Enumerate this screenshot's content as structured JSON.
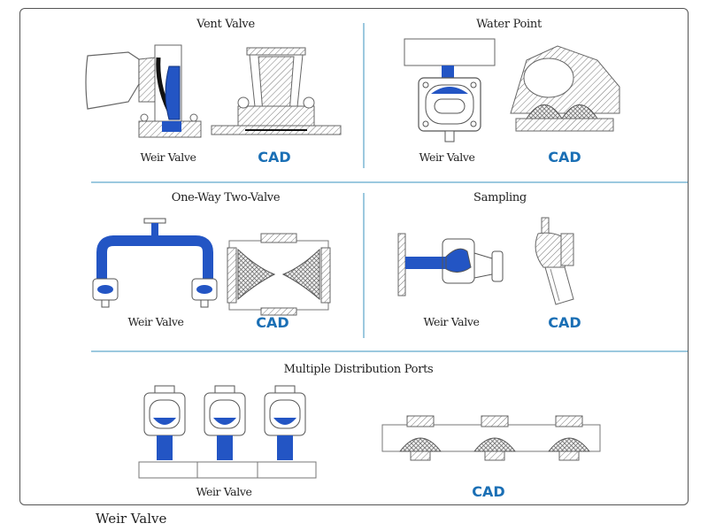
{
  "panels": {
    "vent_valve": {
      "title": "Vent Valve",
      "weir_label": "Weir Valve",
      "cad_label": "CAD"
    },
    "water_point": {
      "title": "Water Point",
      "weir_label": "Weir Valve",
      "cad_label": "CAD"
    },
    "one_way_two_valve": {
      "title": "One-Way Two-Valve",
      "weir_label": "Weir Valve",
      "cad_label": "CAD"
    },
    "sampling": {
      "title": "Sampling",
      "weir_label": "Weir Valve",
      "cad_label": "CAD"
    },
    "multiple_distribution": {
      "title": "Multiple Distribution Ports",
      "weir_label": "Weir Valve",
      "cad_label": "CAD"
    }
  },
  "caption": "Weir Valve",
  "colors": {
    "valve_blue": "#1f4fb0",
    "cad_text": "#1a6fb5",
    "divider": "#9cc9df",
    "outline": "#555555"
  }
}
